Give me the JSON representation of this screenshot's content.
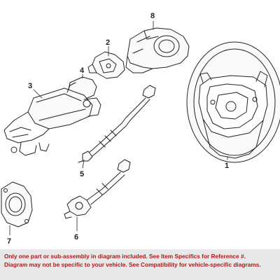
{
  "diagram": {
    "callouts": [
      {
        "id": "1",
        "label": "1"
      },
      {
        "id": "2",
        "label": "2"
      },
      {
        "id": "3",
        "label": "3"
      },
      {
        "id": "4",
        "label": "4"
      },
      {
        "id": "5",
        "label": "5"
      },
      {
        "id": "6",
        "label": "6"
      },
      {
        "id": "7",
        "label": "7"
      },
      {
        "id": "8",
        "label": "8"
      }
    ]
  },
  "notice": {
    "line1": "Only one part or sub-assembly in diagram included. See Item Specifics for Reference #.",
    "line2": "Diagram may not be specific to your vehicle. See Compatibility for vehicle-specific diagrams.",
    "color": "#b01818"
  }
}
